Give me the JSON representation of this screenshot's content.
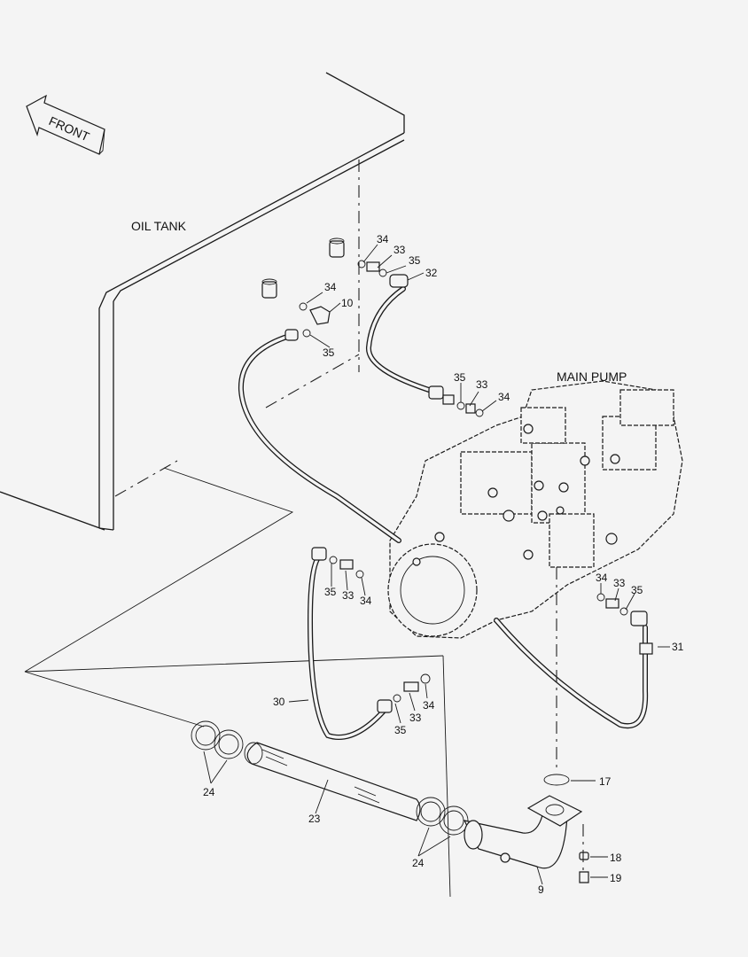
{
  "labels": {
    "front": "FRONT",
    "oil_tank": "OIL TANK",
    "main_pump": "MAIN PUMP"
  },
  "callouts": {
    "c34_top": "34",
    "c33_top": "33",
    "c35_top": "35",
    "c32": "32",
    "c34_left": "34",
    "c10": "10",
    "c35_left": "35",
    "c35_mid": "35",
    "c33_mid": "33",
    "c34_mid": "34",
    "c35_low": "35",
    "c33_low": "33",
    "c34_low": "34",
    "c34_right": "34",
    "c33_right": "33",
    "c35_right": "35",
    "c31": "31",
    "c30": "30",
    "c34_bot": "34",
    "c33_bot": "33",
    "c35_bot": "35",
    "c17": "17",
    "c24_left": "24",
    "c23": "23",
    "c24_right": "24",
    "c18": "18",
    "c19": "19",
    "c9": "9"
  }
}
